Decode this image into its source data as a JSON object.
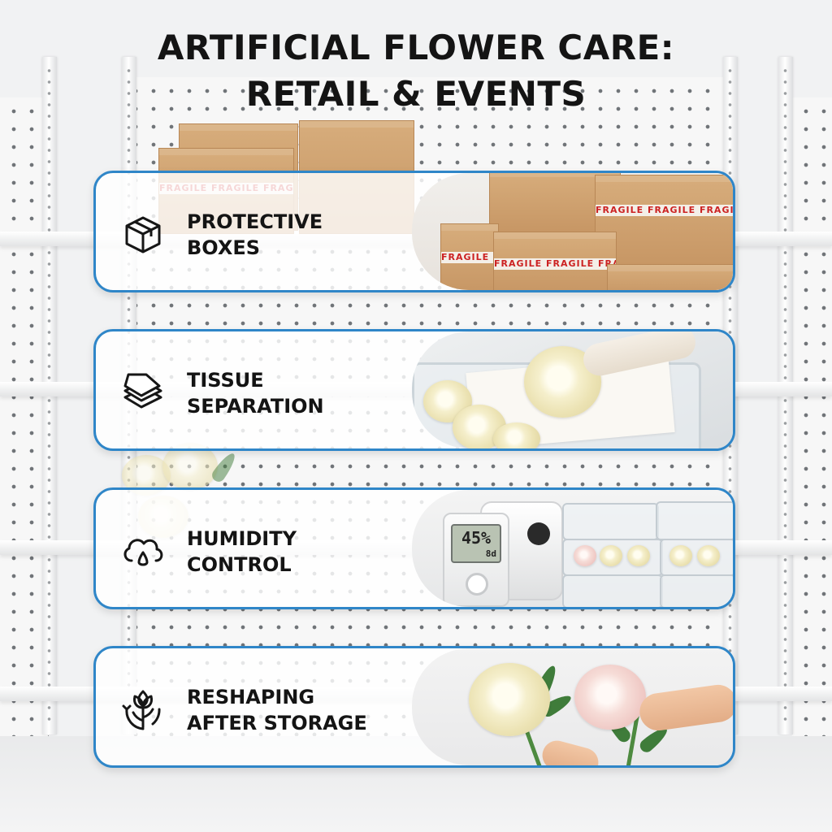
{
  "title": {
    "line1": "ARTIFICIAL FLOWER CARE:",
    "line2": "RETAIL & EVENTS"
  },
  "cards": [
    {
      "label_line1": "PROTECTIVE",
      "label_line2": "BOXES",
      "icon": "box-icon",
      "photo": "taped-shipping-boxes",
      "tape_text": "FRAGILE FRAGILE FRAGILE"
    },
    {
      "label_line1": "TISSUE",
      "label_line2": "SEPARATION",
      "icon": "stacked-sheets-icon",
      "photo": "gloved-hand-placing-peonies-on-tissue"
    },
    {
      "label_line1": "HUMIDITY",
      "label_line2": "CONTROL",
      "icon": "cloud-droplet-icon",
      "photo": "hygrometer-dehumidifier-and-bins",
      "hygrometer_reading": "45%",
      "hygrometer_sub": "8d"
    },
    {
      "label_line1": "RESHAPING",
      "label_line2": "AFTER STORAGE",
      "icon": "flower-refresh-icon",
      "photo": "hands-fluffing-peonies"
    }
  ],
  "colors": {
    "card_border": "#2f86c8",
    "title_text": "#141414",
    "tape_red": "#cc2222"
  }
}
